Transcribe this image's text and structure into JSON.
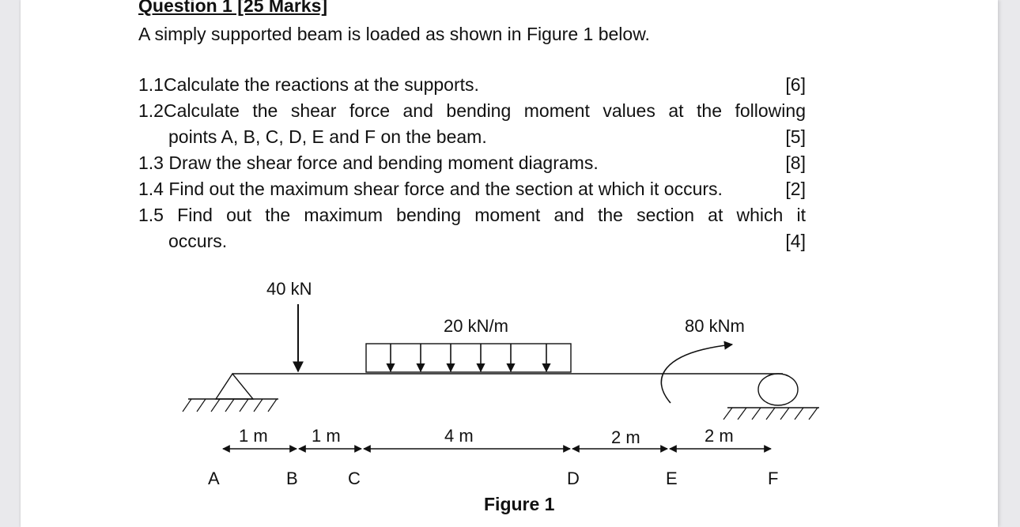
{
  "document": {
    "heading": "Question 1 [25 Marks]",
    "intro": "A simply supported beam is loaded as shown in Figure 1 below.",
    "questions": [
      {
        "number": "1.1",
        "text": "Calculate the reactions at the supports.",
        "marks": "[6]"
      },
      {
        "number": "1.2",
        "line1": "Calculate the shear force and bending moment values at the following",
        "line2": "points A, B, C, D, E and F on the beam.",
        "marks": "[5]"
      },
      {
        "number": "1.3",
        "text": "Draw the shear force and bending moment diagrams.",
        "marks": "[8]"
      },
      {
        "number": "1.4",
        "text": "Find out the maximum shear force and the section at which it occurs.",
        "marks": "[2]"
      },
      {
        "number": "1.5",
        "line1": "Find out the maximum bending moment and the section at which it",
        "line2": "occurs.",
        "marks": "[4]"
      }
    ]
  },
  "figure": {
    "caption": "Figure 1",
    "point_load": "40 kN",
    "udl": "20 kN/m",
    "moment": "80 kNm",
    "spans": [
      "1 m",
      "1 m",
      "4 m",
      "2 m",
      "2 m"
    ],
    "points": [
      "A",
      "B",
      "C",
      "D",
      "E",
      "F"
    ]
  }
}
